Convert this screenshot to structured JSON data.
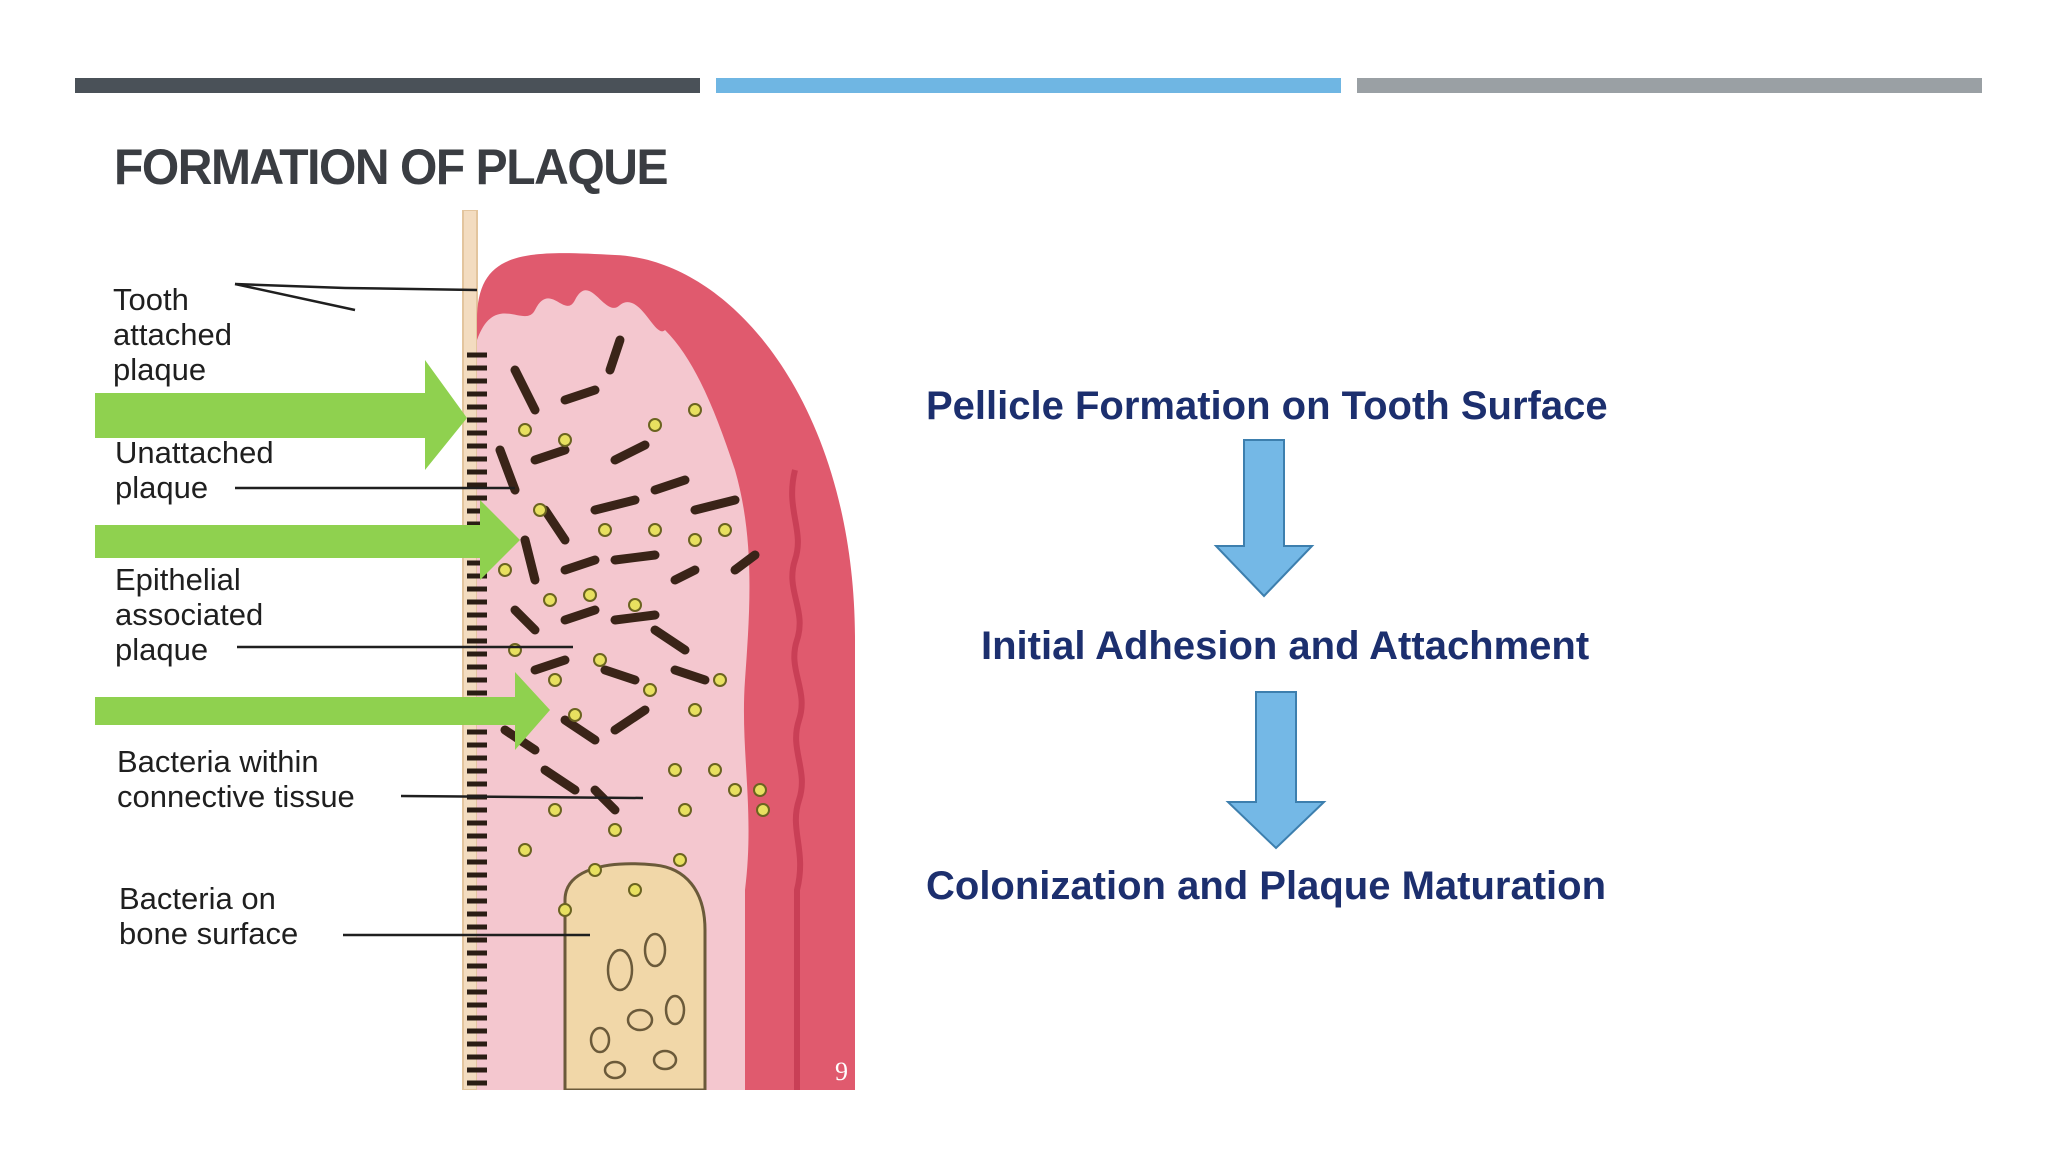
{
  "colors": {
    "bar_dark": "#4a5158",
    "bar_blue": "#6fb6e3",
    "bar_gray": "#9aa0a4",
    "title": "#3a3d42",
    "step_text": "#1c2f6e",
    "flow_arrow": "#74b8e6",
    "green_arrow": "#8fd14f",
    "gingiva": "#e05a6e",
    "gingiva_light": "#f4c7cf",
    "tooth": "#f3dcc0",
    "bone": "#f1d7a8",
    "bacteria": "#3a2418",
    "cocci": "#e8e060"
  },
  "slide": {
    "title": "FORMATION OF PLAQUE"
  },
  "figure": {
    "labels": [
      {
        "lines": [
          "Tooth",
          "attached",
          "plaque"
        ]
      },
      {
        "lines": [
          "Unattached",
          "plaque"
        ]
      },
      {
        "lines": [
          "Epithelial",
          "associated",
          "plaque"
        ]
      },
      {
        "lines": [
          "Bacteria within",
          "connective tissue"
        ]
      },
      {
        "lines": [
          "Bacteria on",
          "bone surface"
        ]
      }
    ],
    "page_mark": "9"
  },
  "flow": {
    "steps": [
      "Pellicle Formation on Tooth Surface",
      "Initial Adhesion and Attachment",
      "Colonization and Plaque Maturation"
    ]
  }
}
